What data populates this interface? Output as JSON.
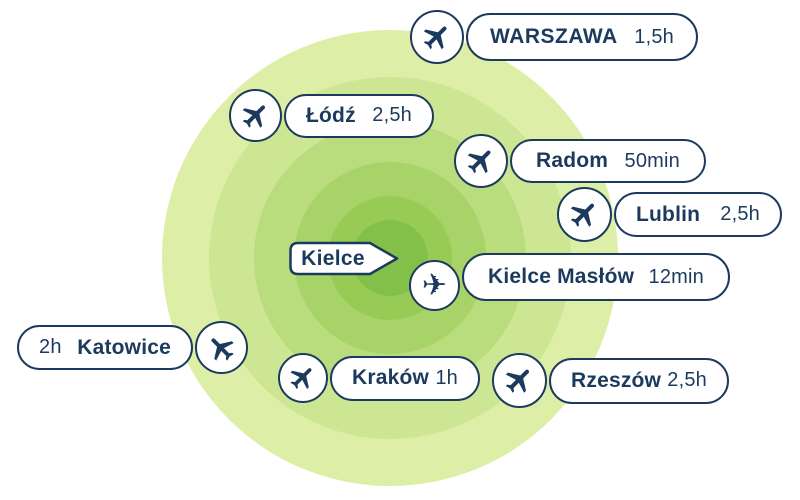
{
  "colors": {
    "navy": "#1c3a5e",
    "pill_background": "#ffffff",
    "rings": [
      "#ddefa6",
      "#cde693",
      "#b9dc7c",
      "#a8d368",
      "#97cb56",
      "#83c04a"
    ]
  },
  "center": {
    "label": "Kielce"
  },
  "icons": {
    "plane_side_glyph": "✈"
  },
  "destinations": [
    {
      "name": "WARSZAWA",
      "time": "1,5h"
    },
    {
      "name": "Łódź",
      "time": "2,5h"
    },
    {
      "name": "Radom",
      "time": "50min"
    },
    {
      "name": "Lublin",
      "time": "2,5h"
    },
    {
      "name": "Kielce Masłów",
      "time": "12min"
    },
    {
      "name": "Katowice",
      "time": "2h"
    },
    {
      "name": "Kraków",
      "time": "1h"
    },
    {
      "name": "Rzeszów",
      "time": "2,5h"
    }
  ]
}
